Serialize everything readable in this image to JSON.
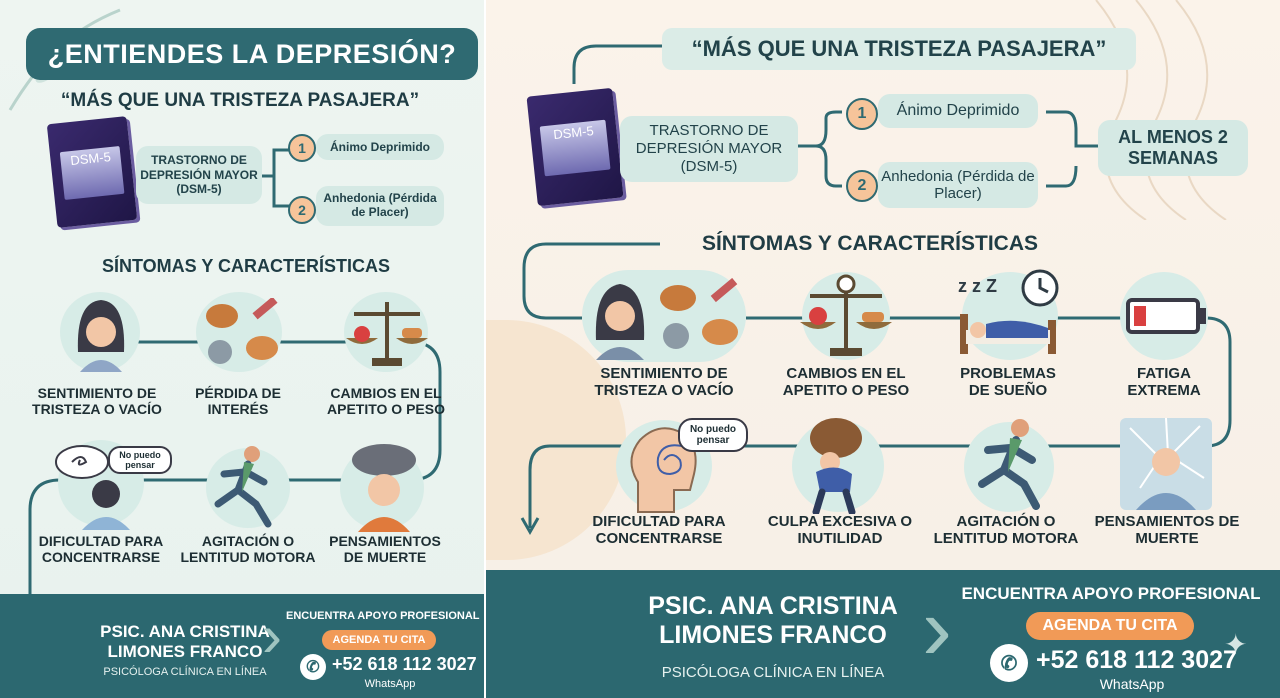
{
  "left": {
    "main_title": "¿ENTIENDES LA DEPRESIÓN?",
    "subtitle": "“MÁS QUE UNA TRISTEZA PASAJERA”",
    "book_label": "DSM-5",
    "disorder": "TRASTORNO DE DEPRESIÓN MAYOR (DSM-5)",
    "criteria": [
      {
        "num": "1",
        "label": "Ánimo Deprimido"
      },
      {
        "num": "2",
        "label": "Anhedonia (Pérdida de Placer)"
      }
    ],
    "section_title": "SÍNTOMAS Y CARACTERÍSTICAS",
    "symptoms": [
      "SENTIMIENTO DE TRISTEZA O VACÍO",
      "PÉRDIDA DE INTERÉS",
      "CAMBIOS EN EL APETITO O PESO",
      "DIFICULTAD PARA CONCENTRARSE",
      "AGITACIÓN O LENTITUD MOTORA",
      "PENSAMIENTOS DE MUERTE"
    ],
    "bubble_text": "No puedo pensar",
    "footer": {
      "name": "PSIC. ANA CRISTINA LIMONES FRANCO",
      "role": "PSICÓLOGA CLÍNICA EN LÍNEA",
      "support": "ENCUENTRA APOYO PROFESIONAL",
      "cta": "AGENDA TU CITA",
      "phone": "+52 618 112 3027",
      "channel": "WhatsApp"
    }
  },
  "right": {
    "subtitle": "“MÁS QUE UNA TRISTEZA PASAJERA”",
    "book_label": "DSM-5",
    "disorder": "TRASTORNO DE DEPRESIÓN MAYOR (DSM-5)",
    "criteria": [
      {
        "num": "1",
        "label": "Ánimo Deprimido"
      },
      {
        "num": "2",
        "label": "Anhedonia (Pérdida de Placer)"
      }
    ],
    "duration": "AL MENOS 2 SEMANAS",
    "section_title": "SÍNTOMAS Y CARACTERÍSTICAS",
    "symptoms_row1": [
      "SENTIMIENTO DE TRISTEZA O VACÍO",
      "CAMBIOS EN EL APETITO O PESO",
      "PROBLEMAS DE SUEÑO",
      "FATIGA EXTREMA"
    ],
    "symptoms_row2": [
      "DIFICULTAD PARA CONCENTRARSE",
      "CULPA EXCESIVA O INUTILIDAD",
      "AGITACIÓN O LENTITUD MOTORA",
      "PENSAMIENTOS DE MUERTE"
    ],
    "bubble_text": "No puedo pensar",
    "footer": {
      "name": "PSIC. ANA CRISTINA LIMONES FRANCO",
      "role": "PSICÓLOGA CLÍNICA EN LÍNEA",
      "support": "ENCUENTRA APOYO PROFESIONAL",
      "cta": "AGENDA TU CITA",
      "phone": "+52 618 112 3027",
      "channel": "WhatsApp"
    }
  },
  "colors": {
    "teal": "#2f6a72",
    "footer_teal": "#2c6870",
    "orange": "#f19a57",
    "mint": "#d7ece7"
  },
  "icons": [
    "book-icon",
    "sad-woman-icon",
    "hobbies-icon",
    "scale-icon",
    "bed-icon",
    "clock-icon",
    "battery-icon",
    "head-spiral-icon",
    "burden-icon",
    "running-man-icon",
    "thought-cloud-icon",
    "whatsapp-icon",
    "sparkle-icon"
  ]
}
